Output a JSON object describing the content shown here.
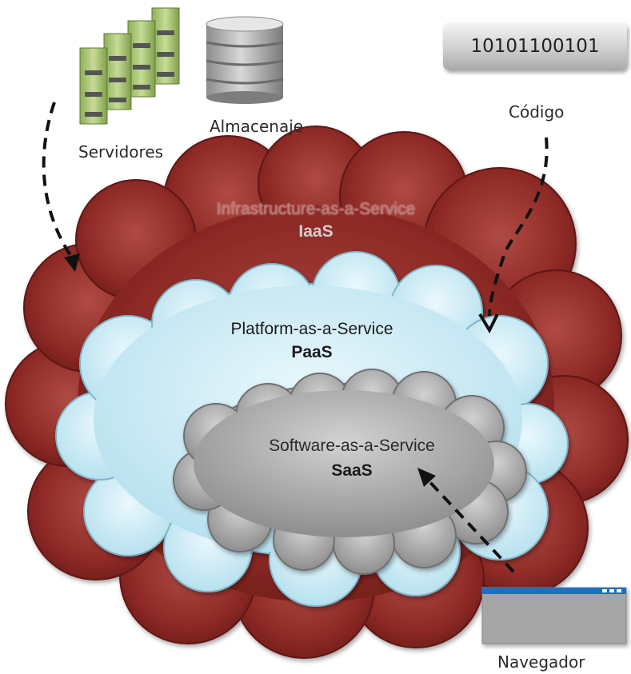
{
  "servers_label": "Servidores",
  "storage_label": "Almacenaje",
  "code_label": "Código",
  "code_value": "10101100101",
  "browser_label": "Navegador",
  "layers": {
    "iaas": {
      "title": "Infrastructure-as-a-Service",
      "abbr": "IaaS",
      "color": "#8e2a26"
    },
    "paas": {
      "title": "Platform-as-a-Service",
      "abbr": "PaaS",
      "color": "#c6e9f4"
    },
    "saas": {
      "title": "Software-as-a-Service",
      "abbr": "SaaS",
      "color": "#a9a9a9"
    }
  },
  "icons": [
    "server-rack-icon",
    "database-icon",
    "browser-window-icon"
  ]
}
